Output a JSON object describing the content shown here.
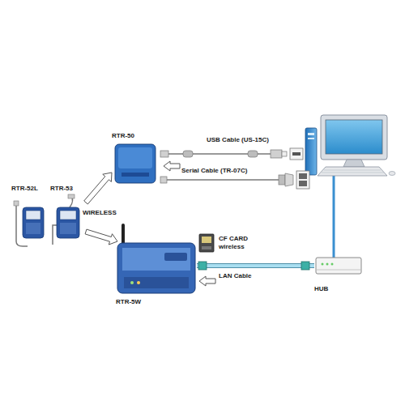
{
  "diagram": {
    "nodes": [
      {
        "text": [
          "RTR-52L"
        ]
      },
      {
        "text": [
          "RTR-53"
        ]
      },
      {
        "text": [
          "RTR-50"
        ]
      },
      {
        "text": [
          "RTR-5W"
        ]
      },
      {
        "text": [
          "HUB"
        ]
      }
    ],
    "edges": [
      {
        "from": 1,
        "to": 2,
        "arrow": "to"
      },
      {
        "from": 1,
        "to": 3,
        "arrow": "to"
      },
      {
        "from": 3,
        "to": 4,
        "label": "LAN Cable",
        "arrow": "none"
      }
    ],
    "labels": [
      "USB Cable (US-15C)",
      "Serial Cable (TR-07C)",
      "CF CARD wireless",
      "WIRELESS"
    ]
  }
}
